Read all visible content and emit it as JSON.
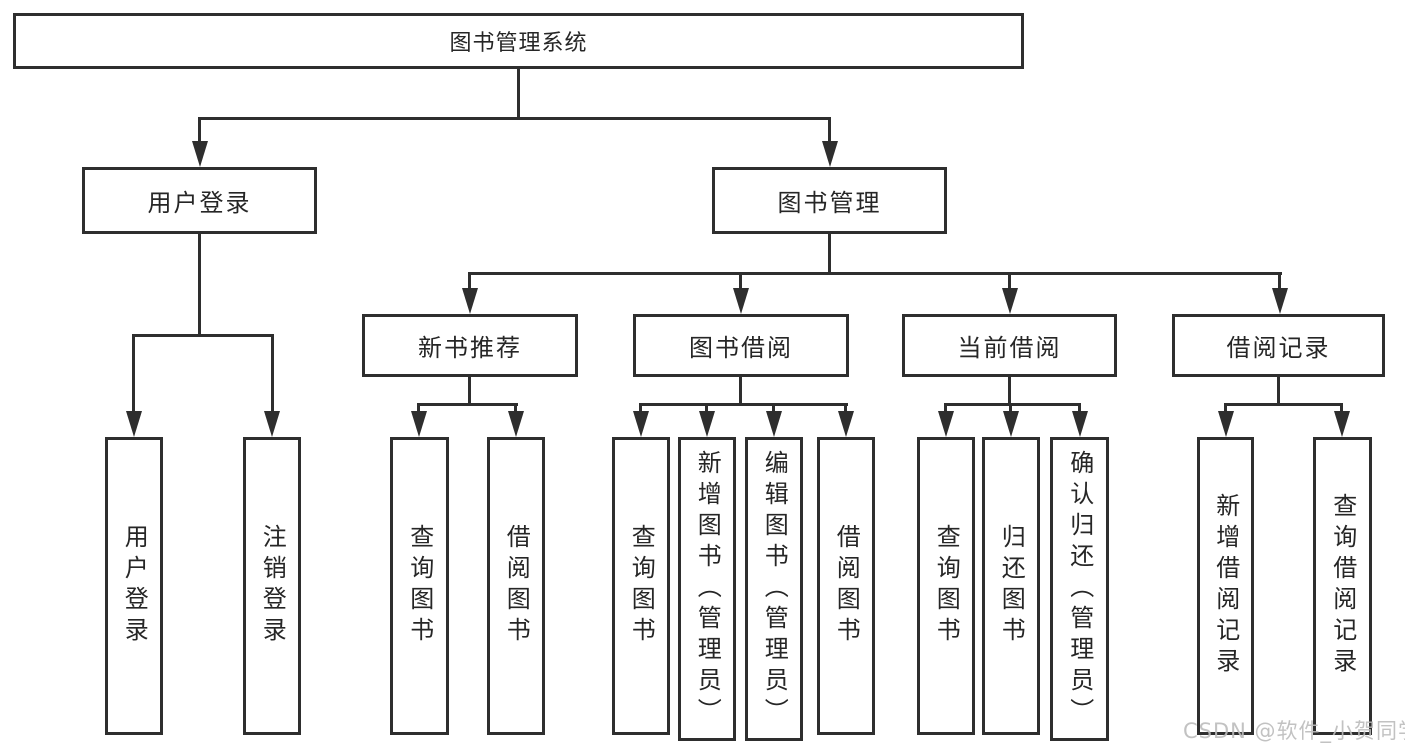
{
  "tree": {
    "root": "图书管理系统",
    "login": {
      "label": "用户登录",
      "children": [
        "用户登录",
        "注销登录"
      ]
    },
    "management": {
      "label": "图书管理",
      "groups": [
        {
          "label": "新书推荐",
          "children": [
            "查询图书",
            "借阅图书"
          ]
        },
        {
          "label": "图书借阅",
          "children": [
            "查询图书",
            "新增图书（管理员）",
            "编辑图书（管理员）",
            "借阅图书"
          ]
        },
        {
          "label": "当前借阅",
          "children": [
            "查询图书",
            "归还图书",
            "确认归还（管理员）"
          ]
        },
        {
          "label": "借阅记录",
          "children": [
            "新增借阅记录",
            "查询借阅记录"
          ]
        }
      ]
    }
  },
  "watermark": {
    "text": "CSDN @软件_小贺同学"
  },
  "colors": {
    "line": "#2e2e2e",
    "text": "#262626",
    "background": "#ffffff",
    "watermark": "#bcbcbc"
  }
}
